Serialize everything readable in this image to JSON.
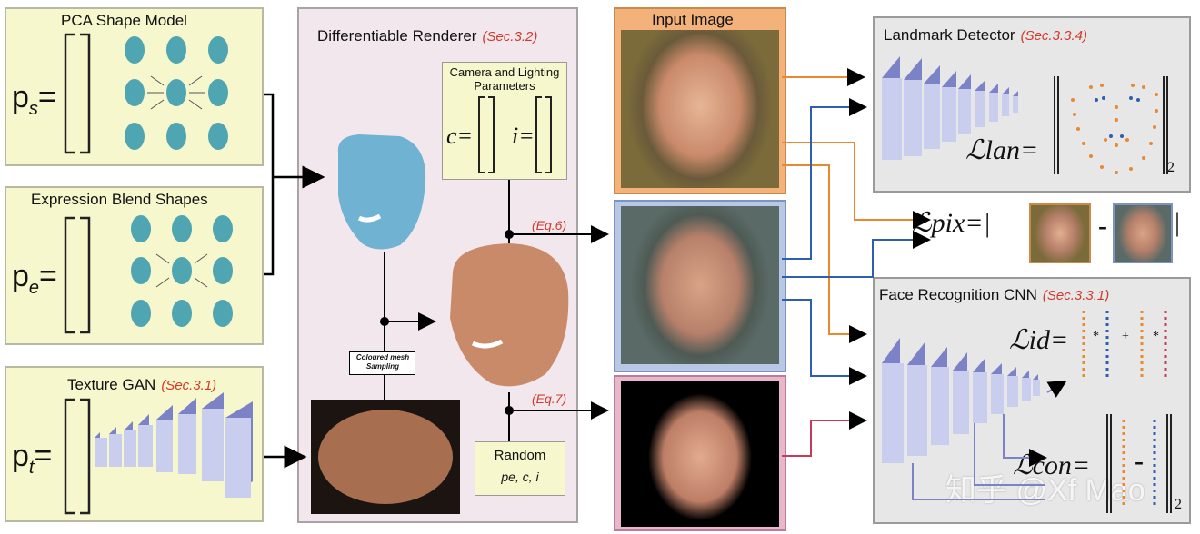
{
  "pca": {
    "title": "PCA Shape Model",
    "symbol_base": "p",
    "symbol_sub": "s",
    "equals": "="
  },
  "expr": {
    "title": "Expression Blend Shapes",
    "symbol_base": "p",
    "symbol_sub": "e",
    "equals": "="
  },
  "gan": {
    "title": "Texture GAN",
    "ref": "(Sec.3.1)",
    "symbol_base": "p",
    "symbol_sub": "t",
    "equals": "="
  },
  "renderer": {
    "title": "Differentiable Renderer",
    "ref": "(Sec.3.2)"
  },
  "camera": {
    "title": "Camera and Lighting Parameters",
    "c_label": "c=",
    "i_label": "i="
  },
  "sampling": {
    "label": "Coloured mesh Sampling"
  },
  "random": {
    "title": "Random",
    "params": "pe, c, i"
  },
  "eq6": "(Eq.6)",
  "eq7": "(Eq.7)",
  "input": {
    "title": "Input Image"
  },
  "landmark": {
    "title": "Landmark Detector",
    "ref": "(Sec.3.3.4)",
    "loss": "ℒlan=",
    "norm_sub": "2"
  },
  "pix": {
    "loss": "ℒpix=|",
    "minus": "-",
    "end": "|"
  },
  "facerec": {
    "title": "Face Recognition CNN",
    "ref": "(Sec.3.3.1)",
    "loss_id": "ℒid=",
    "loss_con": "ℒcon=",
    "norm_sub": "2",
    "dot": "*",
    "plus": "+",
    "minus": "-"
  },
  "watermark": "知乎 @Xf Mao",
  "colors": {
    "yellow_panel": "#f6f7cc",
    "pink_panel": "#f3e7ee",
    "grey_panel": "#e7e7e7",
    "orange": "#e8892e",
    "blue": "#2d5fb0",
    "red": "#c63a5a",
    "network": "#9fa4d8"
  }
}
